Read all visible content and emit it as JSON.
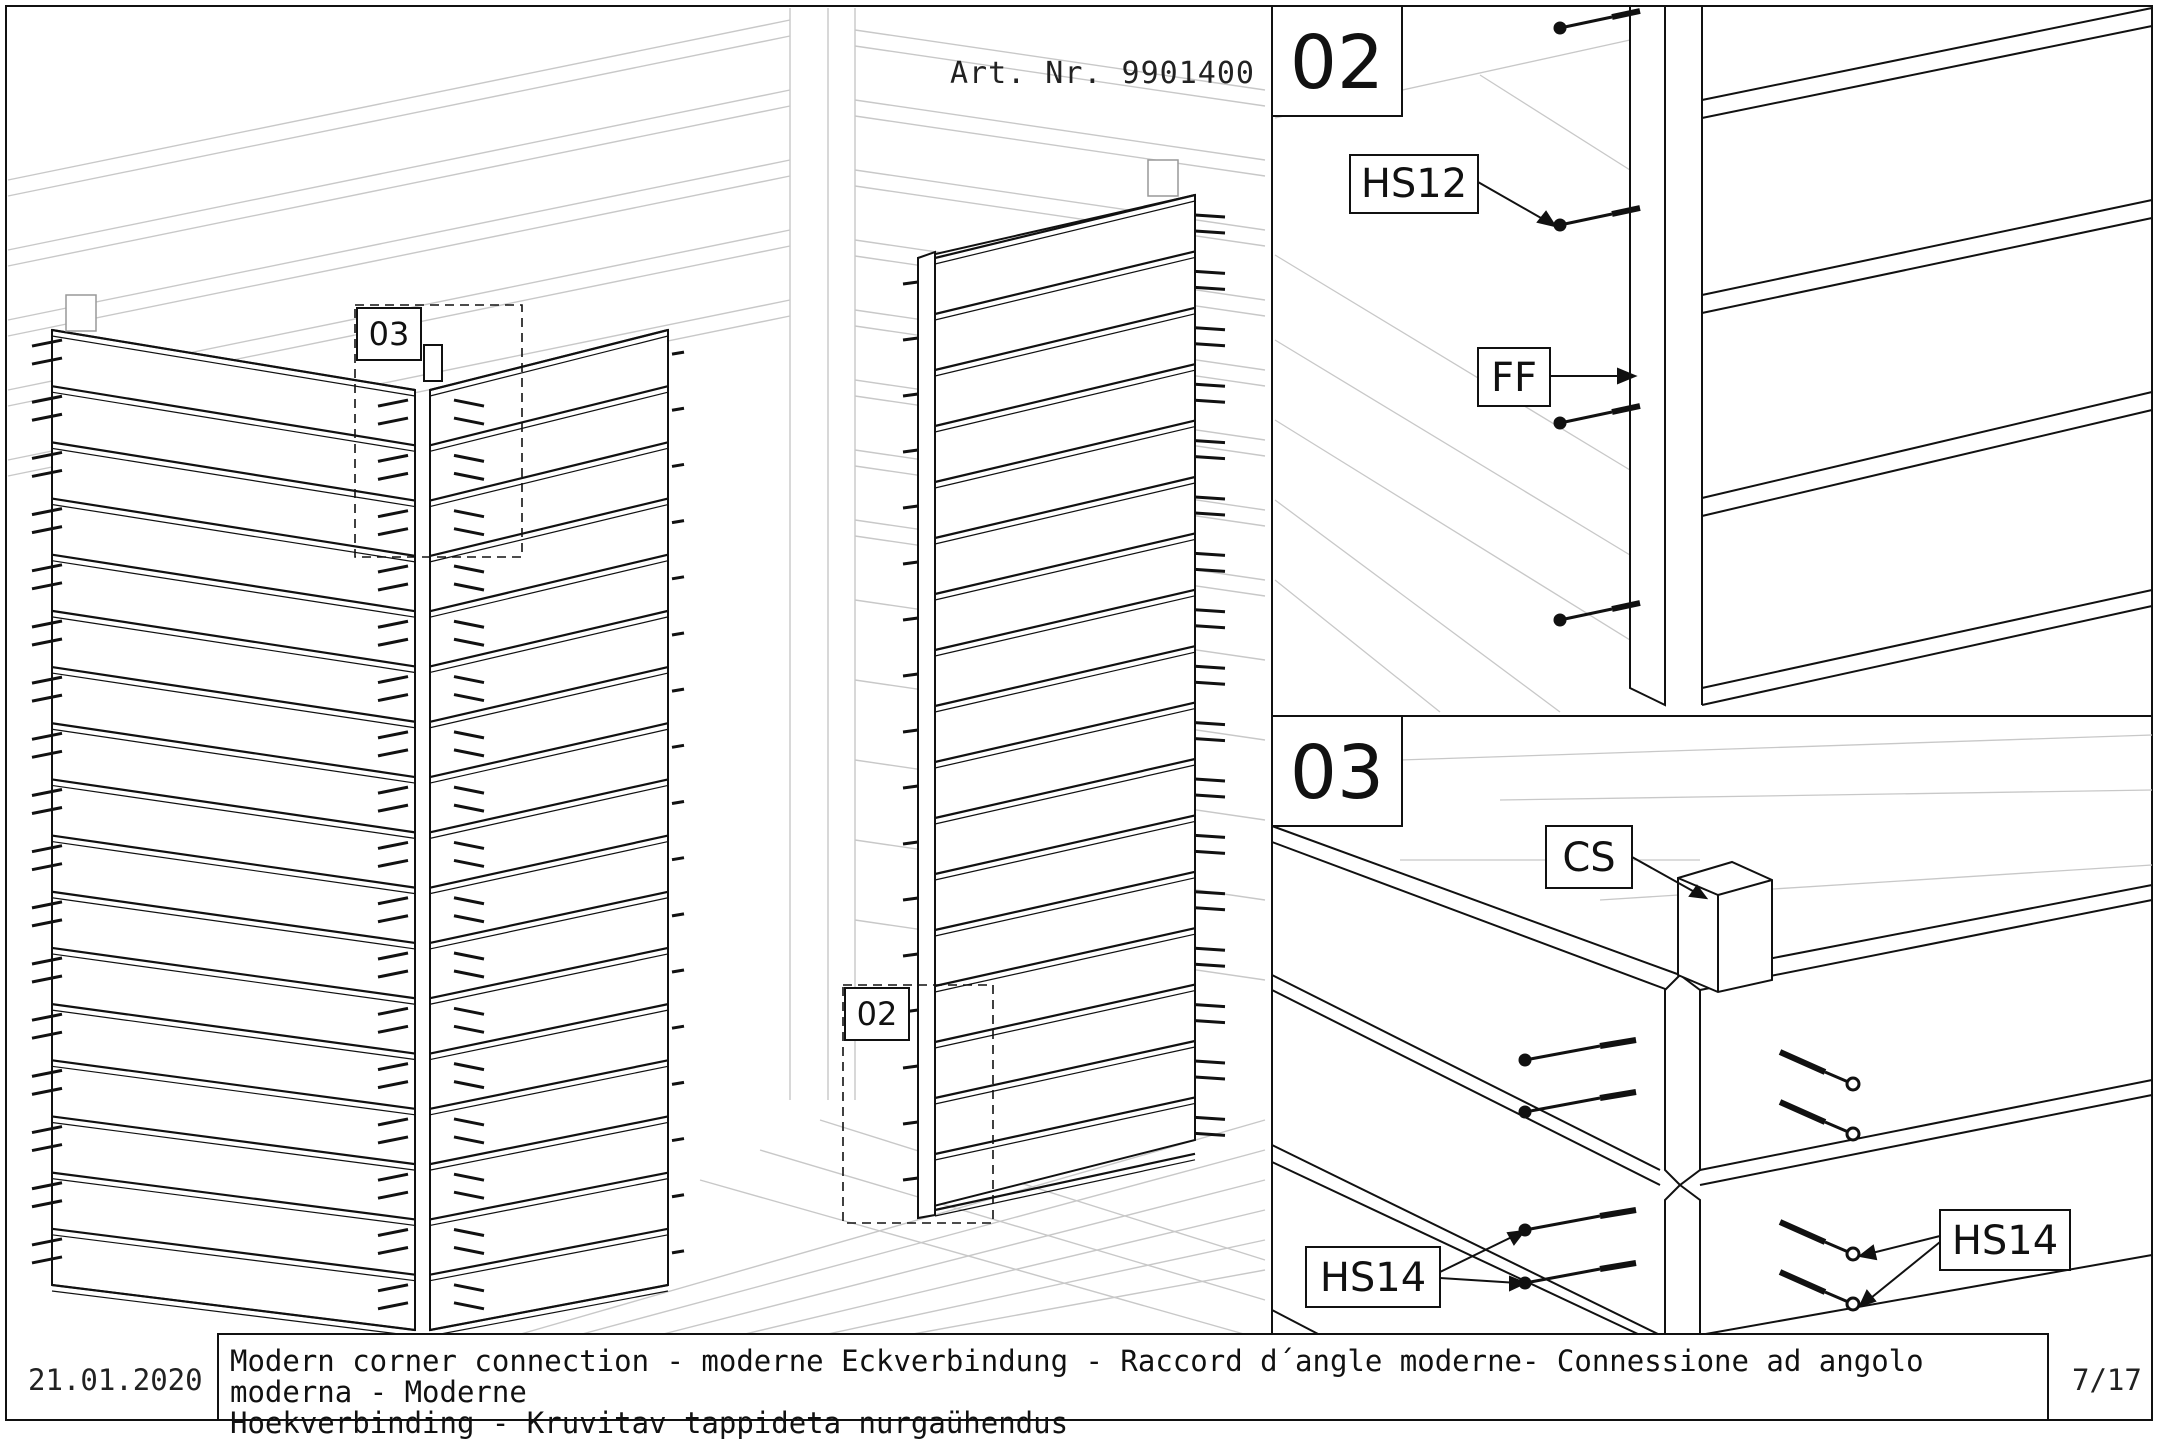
{
  "header": {
    "article_number": "Art. Nr. 9901400"
  },
  "overview": {
    "callout_03": "03",
    "callout_02": "02"
  },
  "detail_02": {
    "number": "02",
    "labels": {
      "hs12": "HS12",
      "ff": "FF"
    }
  },
  "detail_03": {
    "number": "03",
    "labels": {
      "cs": "CS",
      "hs14_left": "HS14",
      "hs14_right": "HS14"
    }
  },
  "footer": {
    "date": "21.01.2020",
    "caption": "Modern corner connection - moderne Eckverbindung - Raccord d´angle moderne- Connessione ad angolo moderna - Moderne\nHoekverbinding - Kruvitav tappideta nurgaühendus",
    "page": "7/17"
  }
}
